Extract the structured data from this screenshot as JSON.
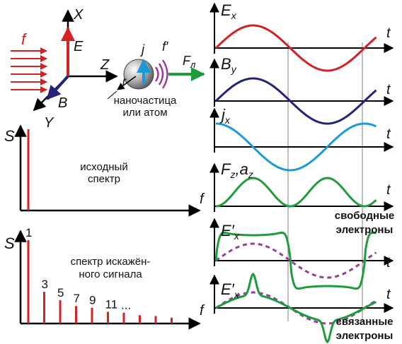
{
  "colors": {
    "red": "#d42121",
    "navy": "#23237a",
    "blue": "#1a9ad8",
    "green": "#1e9b3a",
    "purple": "#9a3c9a",
    "axis": "#000000",
    "guide": "#808080"
  },
  "axes_3d": {
    "x": "X",
    "z": "Z",
    "y": "Y",
    "e": "E",
    "b": "B",
    "f": "f"
  },
  "particle": {
    "j": "j",
    "f_prime": "f′",
    "f_l": "F",
    "f_l_sub": "л",
    "r": "r",
    "caption_line1": "наночастица",
    "caption_line2": "или атом"
  },
  "spectrum_top": {
    "s": "S",
    "f": "f",
    "caption_line1": "исходный",
    "caption_line2": "спектр"
  },
  "spectrum_bottom": {
    "s": "S",
    "f": "f",
    "caption_line1": "спектр искажён-",
    "caption_line2": "ного сигнала",
    "harmonics": [
      {
        "label": "1",
        "amp": 1.0
      },
      {
        "label": "3",
        "amp": 0.38
      },
      {
        "label": "5",
        "amp": 0.28
      },
      {
        "label": "7",
        "amp": 0.21
      },
      {
        "label": "9",
        "amp": 0.19
      },
      {
        "label": "11",
        "amp": 0.14
      },
      {
        "label": "...",
        "amp": 0.13
      },
      {
        "label": "",
        "amp": 0.1
      },
      {
        "label": "",
        "amp": 0.09
      },
      {
        "label": "",
        "amp": 0.07
      }
    ]
  },
  "waveforms": {
    "t": "t",
    "ex": {
      "main": "E",
      "sub": "x"
    },
    "by": {
      "main": "B",
      "sub": "y"
    },
    "jx": {
      "main": "j",
      "sub": "x"
    },
    "fz": {
      "main": "F",
      "sub": "z",
      "sep": ",",
      "main2": "a",
      "sub2": "z"
    },
    "ex_free": {
      "main": "E′",
      "sub": "x",
      "note_line1": "свободные",
      "note_line2": "электроны"
    },
    "ex_bound": {
      "main": "E′",
      "sub": "x",
      "note_line1": "связанные",
      "note_line2": "электроны"
    }
  }
}
